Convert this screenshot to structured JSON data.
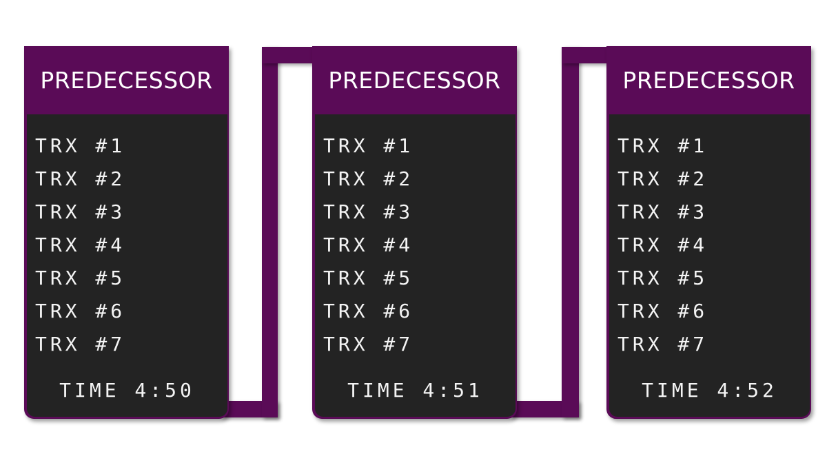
{
  "colors": {
    "accent_purple": "#5a0b57",
    "body_dark": "#232323",
    "text": "#f4f4f4",
    "background": "#ffffff"
  },
  "blocks": [
    {
      "title": "PREDECESSOR",
      "transactions": [
        "TRX #1",
        "TRX #2",
        "TRX #3",
        "TRX #4",
        "TRX #5",
        "TRX #6",
        "TRX #7"
      ],
      "time": "TIME 4:50"
    },
    {
      "title": "PREDECESSOR",
      "transactions": [
        "TRX #1",
        "TRX #2",
        "TRX #3",
        "TRX #4",
        "TRX #5",
        "TRX #6",
        "TRX #7"
      ],
      "time": "TIME 4:51"
    },
    {
      "title": "PREDECESSOR",
      "transactions": [
        "TRX #1",
        "TRX #2",
        "TRX #3",
        "TRX #4",
        "TRX #5",
        "TRX #6",
        "TRX #7"
      ],
      "time": "TIME 4:52"
    }
  ]
}
